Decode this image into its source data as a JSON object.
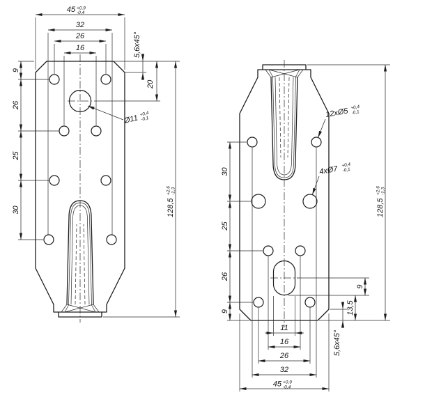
{
  "style": {
    "ink": "#1c1c1c",
    "background": "#ffffff"
  },
  "views": {
    "left": {
      "top_dims": {
        "overall": {
          "v": "45",
          "tol_up": "+0,9",
          "tol_dn": "-0,4"
        },
        "d32": "32",
        "d26": "26",
        "d16": "16"
      },
      "chamfer": "5,6x45°",
      "left_chain": {
        "d9": "9",
        "d26": "26",
        "d25": "25",
        "d30": "30"
      },
      "d20": "20",
      "height": {
        "v": "128,5",
        "tol_up": "+2,6",
        "tol_dn": "-1,3"
      },
      "hole11": {
        "v": "Ø11",
        "tol_up": "+0,4",
        "tol_dn": "-0,1"
      }
    },
    "right": {
      "hole5": {
        "v": "12xØ5",
        "tol_up": "+0,4",
        "tol_dn": "-0,1"
      },
      "hole7": {
        "v": "4xØ7",
        "tol_up": "+0,4",
        "tol_dn": "-0,1"
      },
      "height": {
        "v": "128,5",
        "tol_up": "+2,6",
        "tol_dn": "-1,3"
      },
      "left_chain": {
        "d30": "30",
        "d25": "25",
        "d26": "26",
        "d9": "9"
      },
      "right_chain": {
        "d9": "9",
        "d13_5": "13,5"
      },
      "chamfer": "5,6x45°",
      "bottom_dims": {
        "d11": "11",
        "d16": "16",
        "d26": "26",
        "d32": "32",
        "overall": {
          "v": "45",
          "tol_up": "+0,9",
          "tol_dn": "-0,4"
        }
      }
    }
  }
}
